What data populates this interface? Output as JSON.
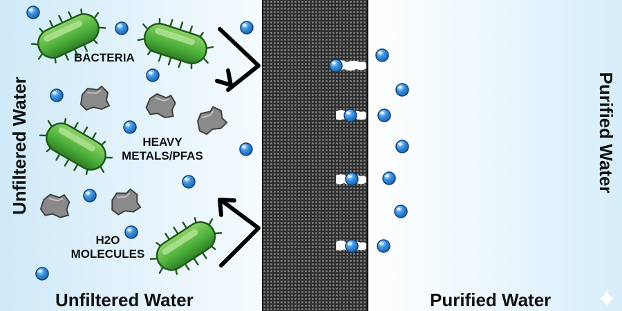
{
  "labels": {
    "bacteria": "BACTERIA",
    "heavy_metals_line1": "HEAVY",
    "heavy_metals_line2": "METALS/PFAS",
    "h2o_line1": "H2O",
    "h2o_line2": "MOLECULES",
    "left_side_vertical": "Unfiltered Water",
    "right_side_vertical": "Purified Water",
    "bottom_left": "Unfiltered Water",
    "bottom_right": "Purified Water"
  },
  "colors": {
    "bacteria_green": "#4caf3a",
    "water_droplet_blue": "#2f86d6",
    "contaminant_gray": "#8a8a8a",
    "membrane_dark": "#3a3a3a",
    "background_tint": "#dff1fb"
  },
  "icons": [
    "bacteria-icon",
    "water-molecule-icon",
    "contaminant-particle-icon",
    "filter-membrane",
    "arrow-icon",
    "sparkle-icon"
  ]
}
